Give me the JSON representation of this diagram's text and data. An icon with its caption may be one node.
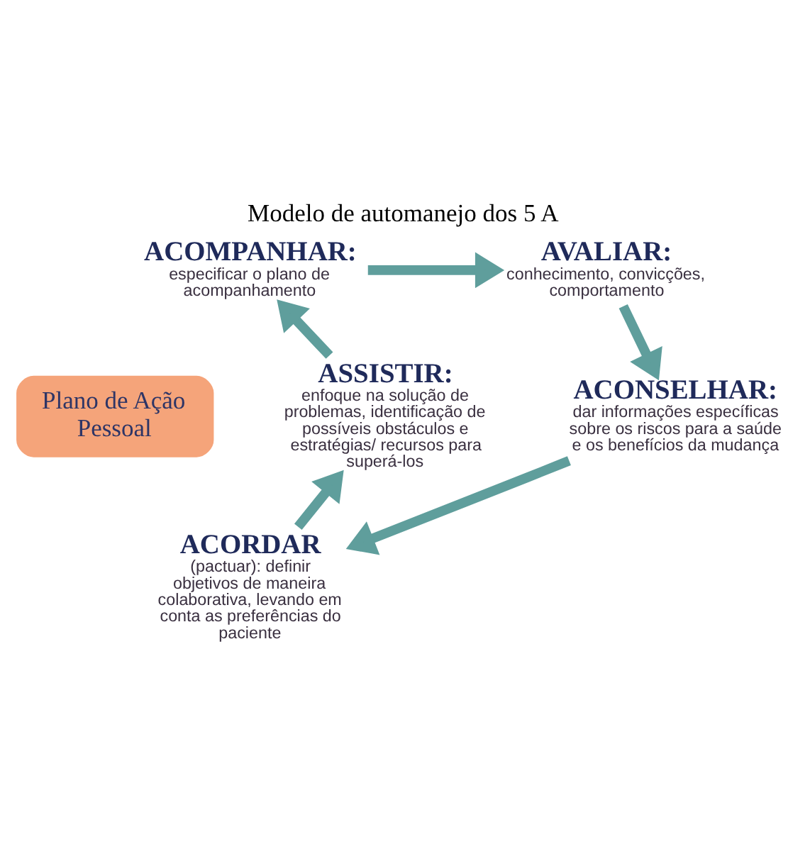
{
  "diagram": {
    "title": "Modelo de automanejo dos 5 A",
    "nodes": [
      {
        "text": [
          "ACOMPANHAR:",
          "especificar o plano de acompanhamento"
        ]
      },
      {
        "text": [
          "AVALIAR:",
          "conhecimento, convicções, comportamento"
        ]
      },
      {
        "text": [
          "ACONSELHAR:",
          "dar informações específicas sobre os riscos para a saúde e os benefícios da mudança"
        ]
      },
      {
        "text": [
          "ACORDAR",
          "(pactuar): definir objetivos de maneira colaborativa, levando em conta as preferências do paciente"
        ]
      },
      {
        "text": [
          "ASSISTIR:",
          "enfoque na solução de problemas, identificação de possíveis obstáculos e estratégias/ recursos para superá-los"
        ]
      },
      {
        "text": [
          "Plano de Ação Pessoal"
        ]
      }
    ],
    "edges": [
      {
        "from": 0,
        "to": 1,
        "arrow": "to"
      },
      {
        "from": 1,
        "to": 2,
        "arrow": "to"
      },
      {
        "from": 2,
        "to": 3,
        "arrow": "to"
      },
      {
        "from": 3,
        "to": 4,
        "arrow": "to"
      },
      {
        "from": 4,
        "to": 0,
        "arrow": "to"
      }
    ]
  }
}
